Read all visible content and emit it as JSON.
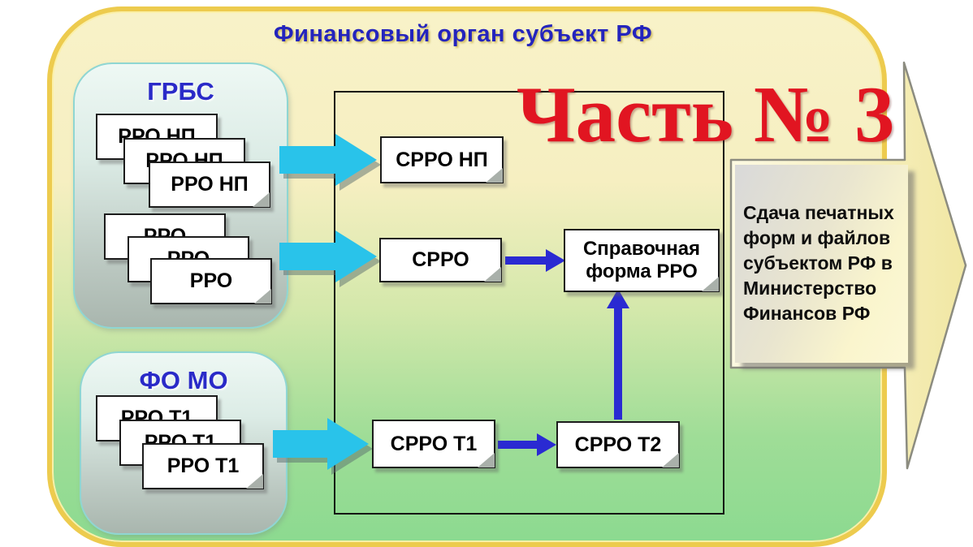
{
  "slide": {
    "title": "Финансовый орган субъект РФ",
    "part_label": "Часть № 3"
  },
  "left_groups": {
    "grbs": {
      "label": "ГРБС",
      "stacks": [
        {
          "doc_label": "РРО НП",
          "copies": 3
        },
        {
          "doc_label": "РРО",
          "copies": 3
        }
      ]
    },
    "fo_mo": {
      "label": "ФО МО",
      "stacks": [
        {
          "doc_label": "РРО Т1",
          "copies": 3
        }
      ]
    }
  },
  "process_area": {
    "srro_np": "СРРО НП",
    "srro": "СРРО",
    "sprav_form": "Справочная форма РРО",
    "srro_t1": "СРРО Т1",
    "srro_t2": "СРРО Т2"
  },
  "side_note": {
    "lines": [
      "Сдача печатных",
      "форм и файлов",
      "субъектом РФ в",
      "Министерство",
      "Финансов РФ"
    ]
  },
  "colors": {
    "title_blue": "#2424bd",
    "group_label_blue": "#2a2ac8",
    "part_red": "#e11521",
    "flow_blue": "#2a2ad2",
    "flow_cyan": "#29c3ea",
    "frame_border_yellow": "#edcb4e",
    "frame_bg_top": "#f8f2c8",
    "frame_bg_bottom": "#8cda90",
    "export_arrow_fill": "#f8f2c2"
  }
}
